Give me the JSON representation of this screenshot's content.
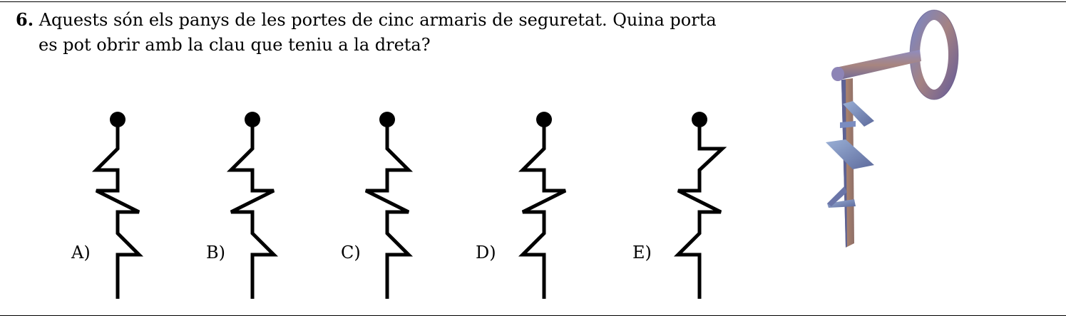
{
  "question": {
    "number": "6.",
    "text_line1": "Aquests són els panys de les portes de cinc armaris de seguretat. Quina porta",
    "text_line2": "es pot obrir amb la clau que teniu a la dreta?"
  },
  "options": [
    {
      "letter": "A)"
    },
    {
      "letter": "B)"
    },
    {
      "letter": "C)"
    },
    {
      "letter": "D)"
    },
    {
      "letter": "E)"
    }
  ],
  "colors": {
    "ink": "#000000",
    "key_top": "#8a86b8",
    "key_mid": "#9e7a7a",
    "key_blade": "#a9826e",
    "key_edge": "#5d6a9c"
  },
  "icons": [
    "lock-keyhole-icon",
    "key-icon"
  ]
}
